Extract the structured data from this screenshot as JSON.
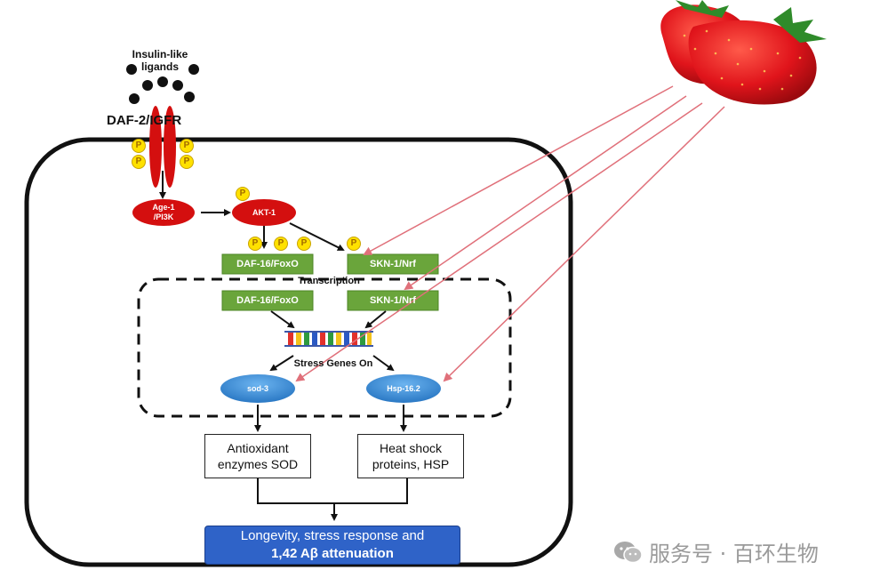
{
  "ligands": {
    "label_line1": "Insulin-like",
    "label_line2": "ligands"
  },
  "receptor": {
    "label": "DAF-2/IGFR"
  },
  "phospho": {
    "symbol": "P"
  },
  "kinases": {
    "age1_line1": "Age-1",
    "age1_line2": "/PI3K",
    "akt1": "AKT-1"
  },
  "transcription_factors": {
    "daf16_cytoplasm": "DAF-16/FoxO",
    "skn1_cytoplasm": "SKN-1/Nrf",
    "daf16_nucleus": "DAF-16/FoxO",
    "skn1_nucleus": "SKN-1/Nrf"
  },
  "nucleus": {
    "transcription_label": "Transcription",
    "genes_label": "Stress Genes On"
  },
  "genes": {
    "sod3": "sod-3",
    "hsp16": "Hsp-16.2"
  },
  "outputs": {
    "sod_line1": "Antioxidant",
    "sod_line2": "enzymes SOD",
    "hsp_line1": "Heat shock",
    "hsp_line2": "proteins, HSP"
  },
  "result": {
    "line1": "Longevity, stress response and",
    "line2": "1,42 Aβ attenuation"
  },
  "watermark": {
    "text": "服务号 · 百环生物"
  },
  "colors": {
    "red_node": "#d40f0f",
    "green_box": "#6aa53b",
    "blue_node": "#3a8fd6",
    "result_blue": "#2f63c8",
    "phospho_yellow": "#ffe100",
    "arrow_red": "#e0707a"
  }
}
